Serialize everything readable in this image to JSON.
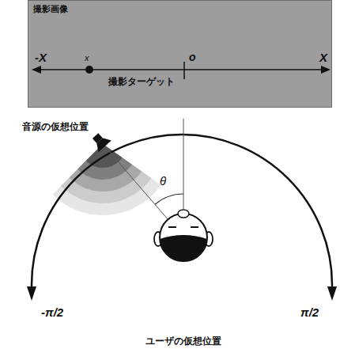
{
  "diagram": {
    "nodes": [
      {
        "text": [
          "撮影画像"
        ]
      }
    ],
    "labels": [
      "-X",
      "x",
      "o",
      "X",
      "撮影ターゲット",
      "音源の仮想位置",
      "θ",
      "-π/2",
      "π/2",
      "ユーザの仮想位置"
    ]
  }
}
